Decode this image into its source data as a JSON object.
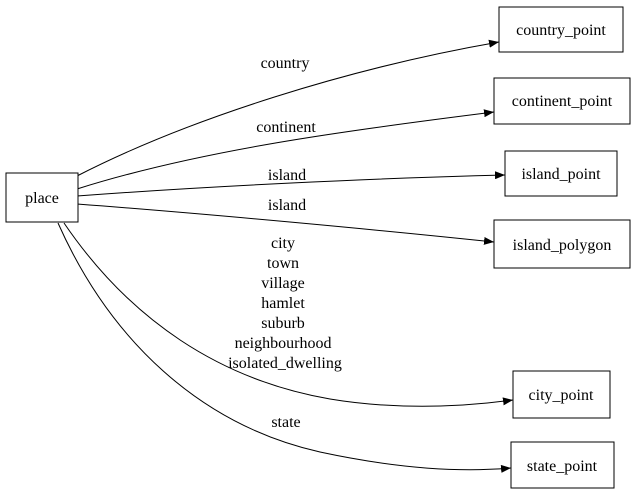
{
  "diagram": {
    "type": "directed-graph",
    "colors": {
      "background": "#ffffff",
      "line": "#000000",
      "text": "#000000"
    },
    "nodes": {
      "place": {
        "label": "place"
      },
      "country_point": {
        "label": "country_point"
      },
      "continent_point": {
        "label": "continent_point"
      },
      "island_point": {
        "label": "island_point"
      },
      "island_polygon": {
        "label": "island_polygon"
      },
      "city_point": {
        "label": "city_point"
      },
      "state_point": {
        "label": "state_point"
      }
    },
    "edges": [
      {
        "from": "place",
        "to": "country_point",
        "label": "country"
      },
      {
        "from": "place",
        "to": "continent_point",
        "label": "continent"
      },
      {
        "from": "place",
        "to": "island_point",
        "label": "island"
      },
      {
        "from": "place",
        "to": "island_polygon",
        "label": "island"
      },
      {
        "from": "place",
        "to": "city_point",
        "label_lines": [
          "city",
          "town",
          "village",
          "hamlet",
          "suburb",
          "neighbourhood",
          "isolated_dwelling"
        ]
      },
      {
        "from": "place",
        "to": "state_point",
        "label": "state"
      }
    ]
  }
}
